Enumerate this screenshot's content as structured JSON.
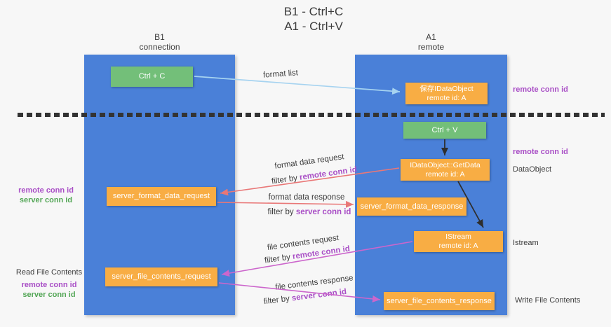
{
  "title": {
    "line1": "B1 - Ctrl+C",
    "line2": "A1 - Ctrl+V"
  },
  "lanes": {
    "b1": {
      "name": "B1",
      "role": "connection"
    },
    "a1": {
      "name": "A1",
      "role": "remote"
    }
  },
  "nodes": {
    "ctrl_c": {
      "label": "Ctrl + C"
    },
    "ctrl_v": {
      "label": "Ctrl + V"
    },
    "save_dataobject": {
      "line1": "保存IDataObject",
      "line2": "remote id: A"
    },
    "getdata": {
      "line1": "IDataObject::GetData",
      "line2": "remote id: A"
    },
    "istream": {
      "line1": "IStream",
      "line2": "remote id: A"
    },
    "format_request": {
      "label": "server_format_data_request"
    },
    "format_response": {
      "label": "server_format_data_response"
    },
    "file_request": {
      "label": "server_file_contents_request"
    },
    "file_response": {
      "label": "server_file_contents_response"
    }
  },
  "flows": {
    "format_list": {
      "label": "format list"
    },
    "format_request": {
      "label": "format data request",
      "filter_prefix": "filter by ",
      "filter_conn": "remote conn id"
    },
    "format_response": {
      "label": "format data response",
      "filter_prefix": "filter by ",
      "filter_conn": "server conn id"
    },
    "file_request": {
      "label": "file contents request",
      "filter_prefix": "filter by ",
      "filter_conn": "remote conn id"
    },
    "file_response": {
      "label": "file contents response",
      "filter_prefix": "filter by ",
      "filter_conn": "server conn id"
    }
  },
  "annotations": {
    "right_top_conn": "remote conn id",
    "right_mid_conn": "remote conn id",
    "right_dataobject": "DataObject",
    "right_istream": "Istream",
    "right_write": "Write File Contents",
    "left_fmt_remote": "remote conn id",
    "left_fmt_server": "server conn id",
    "left_read": "Read File Contents",
    "left_file_remote": "remote conn id",
    "left_file_server": "server conn id"
  },
  "colors": {
    "background": "#f7f7f7",
    "lane_blue": "#4a80d8",
    "node_green": "#73bf79",
    "node_orange": "#f8ad44",
    "arrow_lightblue": "#a6d3f0",
    "arrow_red": "#e97777",
    "arrow_magenta": "#cc66cc",
    "arrow_black": "#2e2e2e",
    "text_purple": "#a94fc6",
    "text_green": "#53a656",
    "dashed_line": "#333333"
  }
}
